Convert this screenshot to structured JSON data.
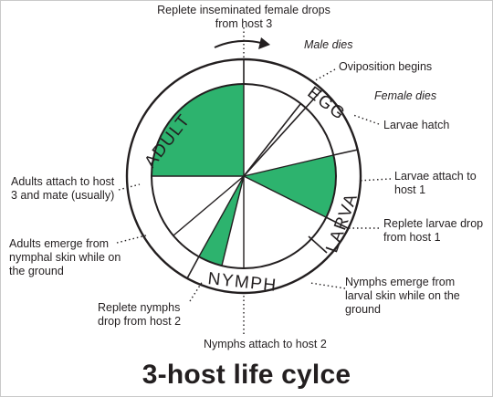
{
  "title": "3-host life cylce",
  "ring_labels": {
    "adult": "ADULT",
    "egg": "EGG",
    "larva": "LARVA",
    "nymph": "NYMPH"
  },
  "events": {
    "replete_female": "Replete inseminated female drops from host 3",
    "male_dies": "Male dies",
    "oviposition": "Oviposition begins",
    "female_dies": "Female dies",
    "larvae_hatch": "Larvae hatch",
    "larvae_attach": "Larvae attach to host 1",
    "replete_larvae": "Replete larvae drop from host 1",
    "nymphs_emerge": "Nymphs emerge from larval skin while on the ground",
    "nymphs_attach": "Nymphs attach to host 2",
    "replete_nymphs": "Replete nymphs drop from host 2",
    "adults_emerge": "Adults emerge from nymphal skin while on the ground",
    "adults_attach": "Adults attach to host 3 and mate (usually)"
  },
  "colors": {
    "feeding": "#2db36e",
    "line": "#231f20"
  }
}
